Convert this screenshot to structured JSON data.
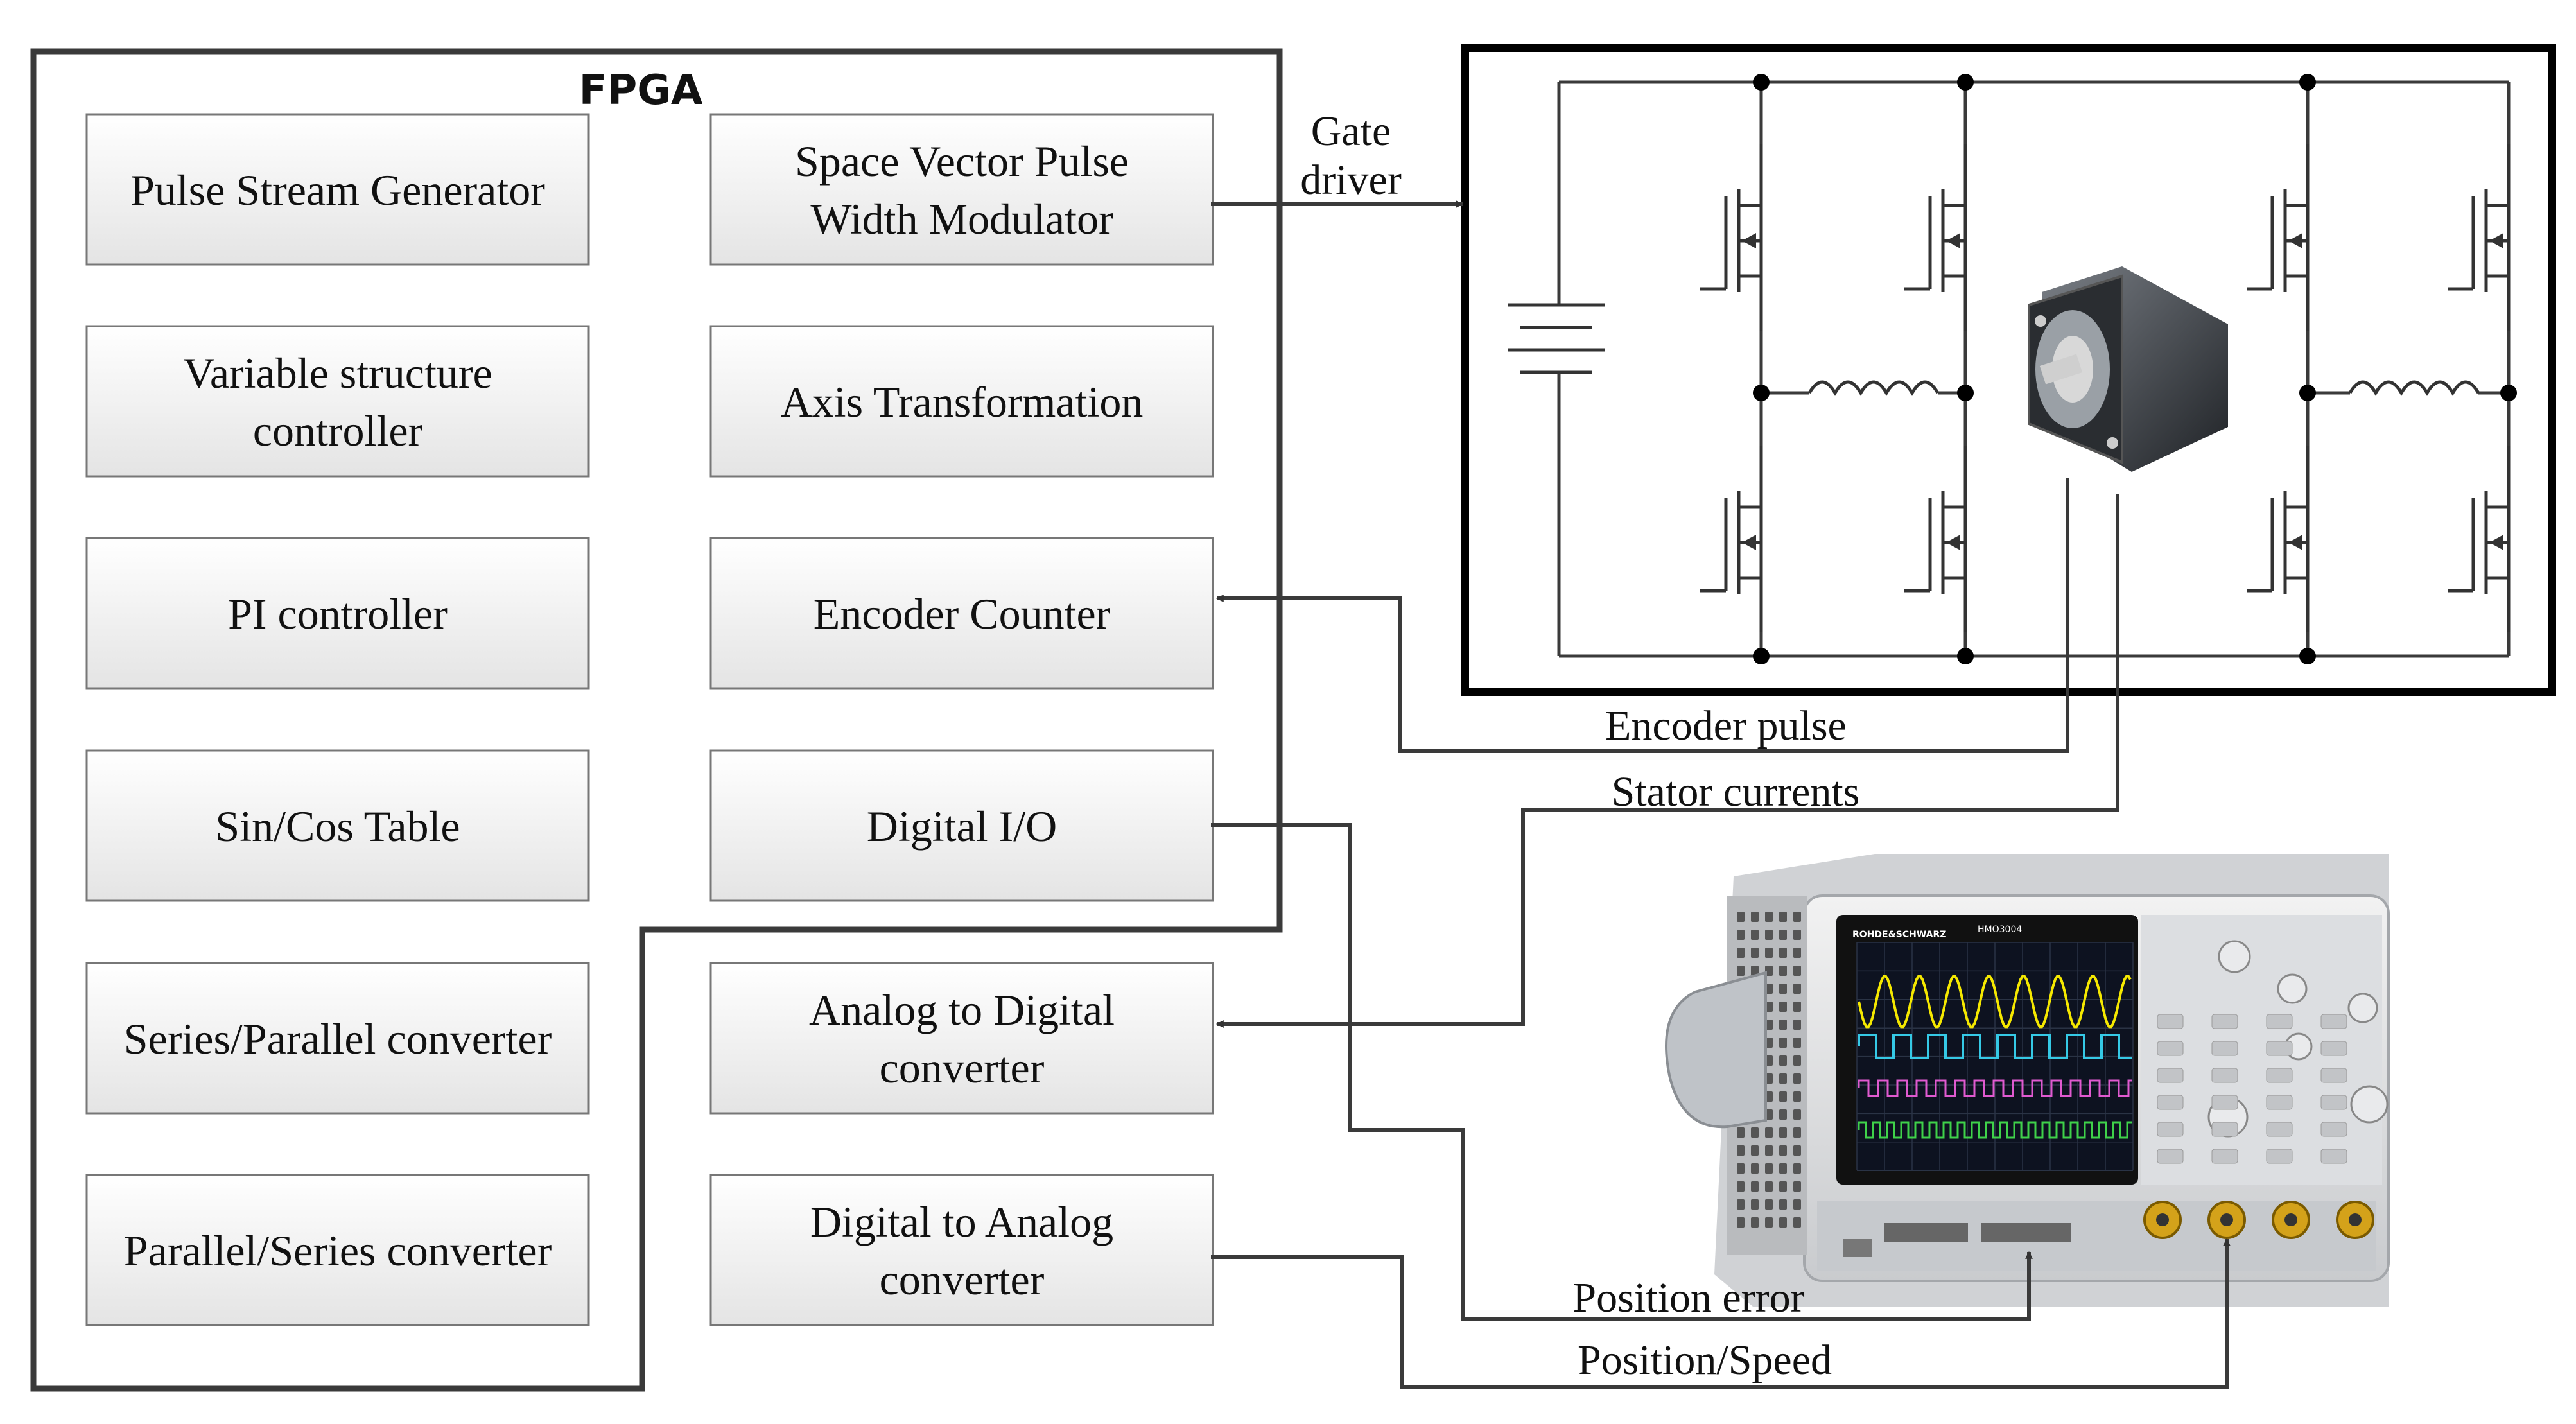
{
  "fpga": {
    "title": "FPGA",
    "blocks": [
      {
        "id": "pulse-stream-generator",
        "lines": [
          "Pulse Stream Generator"
        ]
      },
      {
        "id": "space-vector-pwm",
        "lines": [
          "Space Vector Pulse",
          "Width Modulator"
        ]
      },
      {
        "id": "variable-structure-controller",
        "lines": [
          "Variable structure",
          "controller"
        ]
      },
      {
        "id": "axis-transformation",
        "lines": [
          "Axis Transformation"
        ]
      },
      {
        "id": "pi-controller",
        "lines": [
          "PI controller"
        ]
      },
      {
        "id": "encoder-counter",
        "lines": [
          "Encoder Counter"
        ]
      },
      {
        "id": "sin-cos-table",
        "lines": [
          "Sin/Cos Table"
        ]
      },
      {
        "id": "digital-io",
        "lines": [
          "Digital I/O"
        ]
      },
      {
        "id": "series-parallel-converter",
        "lines": [
          "Series/Parallel converter"
        ]
      },
      {
        "id": "adc",
        "lines": [
          "Analog to Digital",
          "converter"
        ]
      },
      {
        "id": "parallel-series-converter",
        "lines": [
          "Parallel/Series converter"
        ]
      },
      {
        "id": "dac",
        "lines": [
          "Digital to Analog",
          "converter"
        ]
      }
    ]
  },
  "signals": {
    "gate_driver": [
      "Gate",
      "driver"
    ],
    "encoder_pulse": "Encoder pulse",
    "stator_currents": "Stator currents",
    "position_error": "Position error",
    "position_speed": "Position/Speed"
  },
  "oscilloscope": {
    "brand": "ROHDE&SCHWARZ",
    "model": "HMO3004"
  },
  "colors": {
    "block_fill_top": "#ffffff",
    "block_fill_bottom": "#e6e6e6",
    "line": "#333333",
    "trace_yellow": "#f5e800",
    "trace_cyan": "#35c9e6",
    "trace_magenta": "#e05ad0",
    "trace_green": "#3fd24a"
  }
}
